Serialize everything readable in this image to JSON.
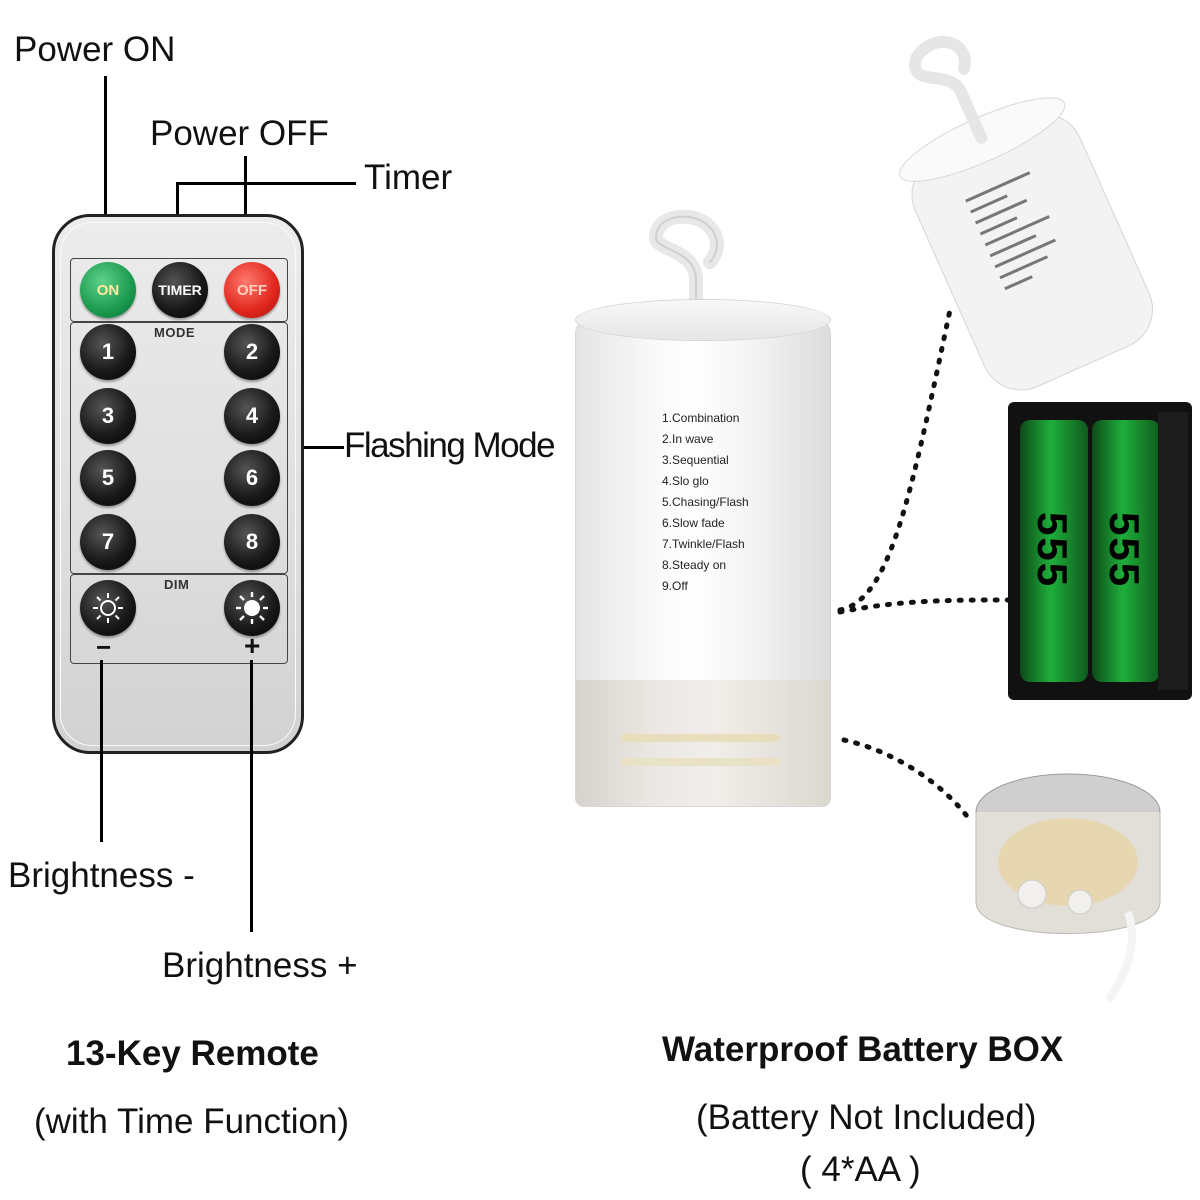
{
  "callouts": {
    "power_on": "Power ON",
    "power_off": "Power OFF",
    "timer": "Timer",
    "flashing_mode": "Flashing Mode",
    "brightness_minus": "Brightness -",
    "brightness_plus": "Brightness +"
  },
  "remote": {
    "keys": {
      "on": "ON",
      "timer": "TIMER",
      "off": "OFF",
      "mode_label": "MODE",
      "dim_label": "DIM",
      "n1": "1",
      "n2": "2",
      "n3": "3",
      "n4": "4",
      "n5": "5",
      "n6": "6",
      "n7": "7",
      "n8": "8",
      "minus": "−",
      "plus": "+"
    },
    "title": "13-Key Remote",
    "subtitle": "(with Time Function)",
    "colors": {
      "on": "#1a9a4e",
      "off": "#e0261d",
      "key": "#111111"
    }
  },
  "battery_box": {
    "modes": [
      "1.Combination",
      "2.In wave",
      "3.Sequential",
      "4.Slo glo",
      "5.Chasing/Flash",
      "6.Slow fade",
      "7.Twinkle/Flash",
      "8.Steady on",
      "9.Off"
    ],
    "battery_label": "555",
    "title": "Waterproof Battery BOX",
    "subtitle": "(Battery Not Included)",
    "quantity": "( 4*AA )",
    "colors": {
      "battery_green": "#1fae3a",
      "box": "#f4f4f4"
    }
  }
}
